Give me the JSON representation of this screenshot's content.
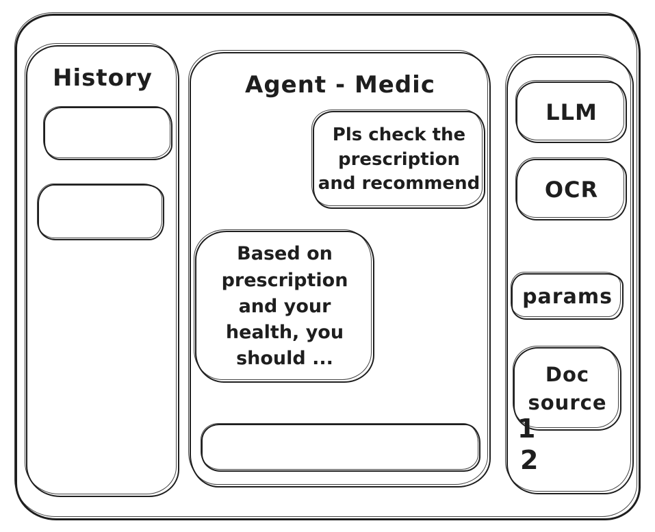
{
  "app": {
    "background_color": "#ffffff",
    "stroke_color": "#1e1e1e"
  },
  "history_panel": {
    "title": "History",
    "items": [
      {
        "label": ""
      },
      {
        "label": ""
      }
    ]
  },
  "chat_panel": {
    "title": "Agent - Medic",
    "messages": [
      {
        "role": "user",
        "text": "Pls check the\nprescription\nand recommend"
      },
      {
        "role": "assistant",
        "text": "Based on\nprescription\nand your\nhealth, you\nshould ..."
      }
    ],
    "input": {
      "value": "",
      "placeholder": ""
    }
  },
  "tools_panel": {
    "buttons": [
      {
        "label": "LLM"
      },
      {
        "label": "OCR"
      },
      {
        "label": "params"
      },
      {
        "label": "Doc\nsource"
      }
    ],
    "doc_source_items": [
      "1",
      "2"
    ]
  }
}
